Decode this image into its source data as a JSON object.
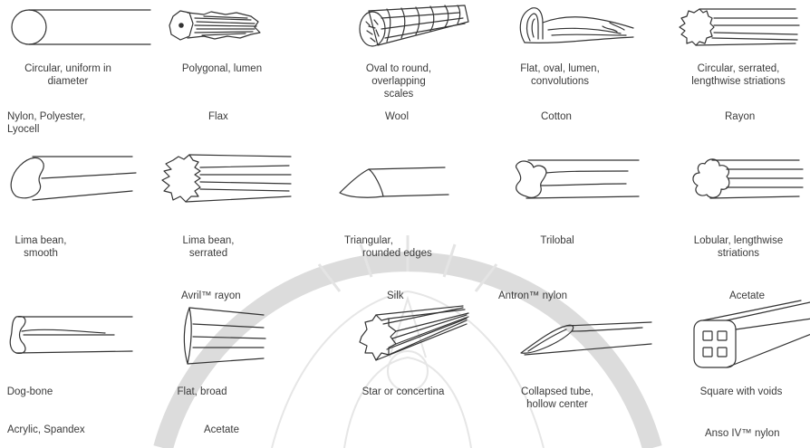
{
  "rows": [
    [
      {
        "desc": [
          "Circular, uniform in",
          "diameter"
        ],
        "fiber": "Nylon, Polyester,\nLyocell",
        "icon": "circular-fiber-icon"
      },
      {
        "desc": [
          "Polygonal, lumen"
        ],
        "fiber": "Flax",
        "icon": "polygonal-fiber-icon"
      },
      {
        "desc": [
          "Oval to round,",
          "overlapping",
          "scales"
        ],
        "fiber": "Wool",
        "icon": "scaled-fiber-icon"
      },
      {
        "desc": [
          "Flat, oval, lumen,",
          "convolutions"
        ],
        "fiber": "Cotton",
        "icon": "convoluted-fiber-icon"
      },
      {
        "desc": [
          "Circular, serrated,",
          "lengthwise striations"
        ],
        "fiber": "Rayon",
        "icon": "serrated-circular-fiber-icon"
      }
    ],
    [
      {
        "desc": [
          "Lima bean,",
          "smooth"
        ],
        "fiber": "",
        "icon": "lima-bean-fiber-icon"
      },
      {
        "desc": [
          "Lima bean,",
          "serrated"
        ],
        "fiber": "Avril™ rayon",
        "icon": "serrated-lima-fiber-icon"
      },
      {
        "desc": [
          "Triangular,",
          "rounded edges"
        ],
        "fiber": "Silk",
        "icon": "triangular-fiber-icon"
      },
      {
        "desc": [
          "Trilobal"
        ],
        "fiber": "Antron™ nylon",
        "icon": "trilobal-fiber-icon"
      },
      {
        "desc": [
          "Lobular, lengthwise",
          "striations"
        ],
        "fiber": "Acetate",
        "icon": "lobular-fiber-icon"
      }
    ],
    [
      {
        "desc": [
          "Dog-bone"
        ],
        "fiber": "Acrylic, Spandex",
        "icon": "dog-bone-fiber-icon"
      },
      {
        "desc": [
          "Flat, broad"
        ],
        "fiber": "Acetate",
        "icon": "flat-broad-fiber-icon"
      },
      {
        "desc": [
          "Star or concertina"
        ],
        "fiber": "",
        "icon": "star-fiber-icon"
      },
      {
        "desc": [
          "Collapsed tube,",
          "hollow center"
        ],
        "fiber": "",
        "icon": "collapsed-tube-fiber-icon"
      },
      {
        "desc": [
          "Square with voids"
        ],
        "fiber": "Anso IV™ nylon",
        "icon": "square-voids-fiber-icon"
      }
    ]
  ]
}
